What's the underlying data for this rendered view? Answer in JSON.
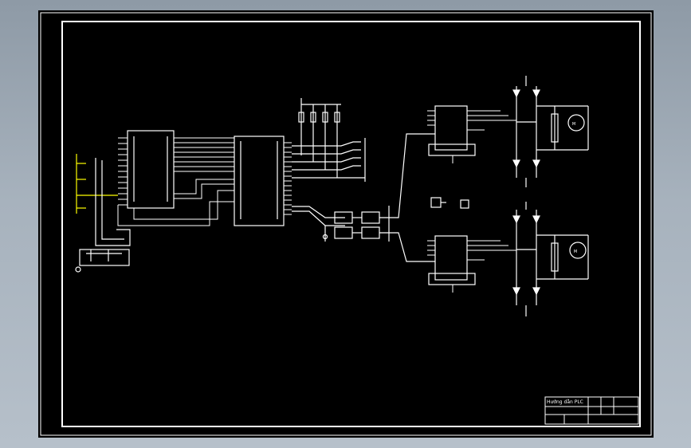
{
  "drawing": {
    "background": "#000000",
    "line_color": "#ffffff",
    "accent_color": "#ffff00",
    "title_block": {
      "title": "Hướng dẫn PLC"
    },
    "components": [
      {
        "id": "mcu",
        "kind": "microcontroller"
      },
      {
        "id": "latch",
        "kind": "latch-ic"
      },
      {
        "id": "driver-top",
        "kind": "h-bridge-driver"
      },
      {
        "id": "driver-bottom",
        "kind": "h-bridge-driver"
      },
      {
        "id": "motor-top",
        "kind": "dc-motor",
        "symbol": "M"
      },
      {
        "id": "motor-bottom",
        "kind": "dc-motor",
        "symbol": "M"
      }
    ]
  }
}
